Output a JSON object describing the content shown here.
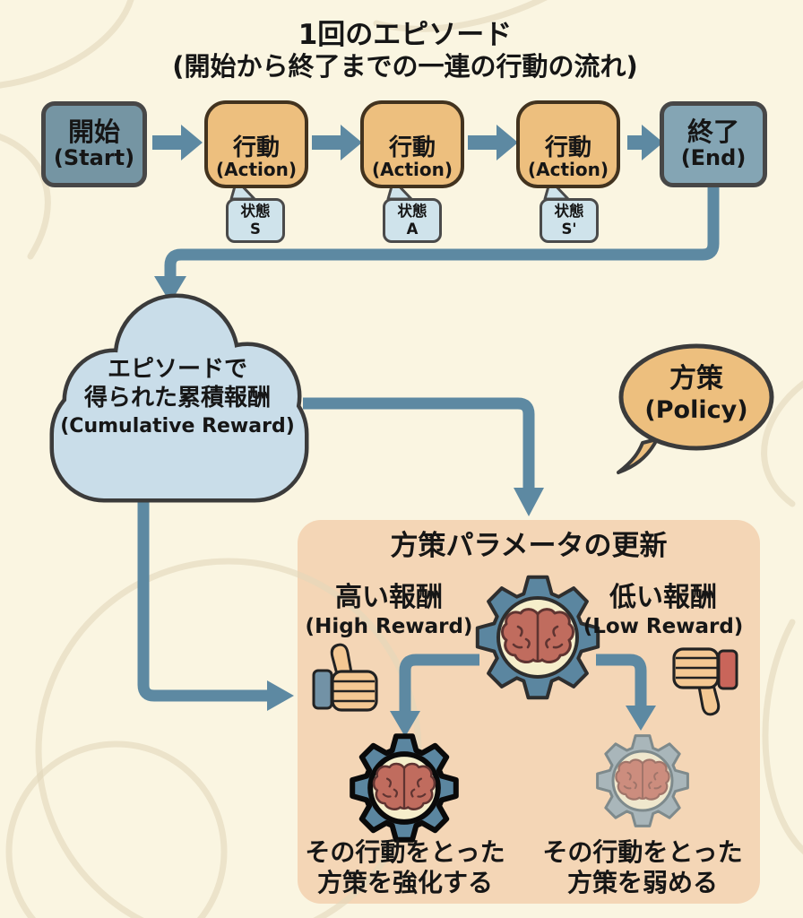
{
  "title": {
    "line1": "1回のエピソード",
    "line2": "(開始から終了までの一連の行動の流れ)"
  },
  "flow": {
    "start": {
      "jp": "開始",
      "en": "(Start)"
    },
    "actions": [
      {
        "jp": "行動",
        "en": "(Action)",
        "state_label": "状態",
        "state_symbol": "S"
      },
      {
        "jp": "行動",
        "en": "(Action)",
        "state_label": "状態",
        "state_symbol": "A"
      },
      {
        "jp": "行動",
        "en": "(Action)",
        "state_label": "状態",
        "state_symbol": "S'"
      }
    ],
    "end": {
      "jp": "終了",
      "en": "(End)"
    }
  },
  "cloud": {
    "line1": "エピソードで",
    "line2": "得られた累積報酬",
    "line3": "(Cumulative Reward)"
  },
  "policy_bubble": {
    "jp": "方策",
    "en": "(Policy)"
  },
  "update_box": {
    "title": "方策パラメータの更新",
    "high": {
      "jp": "高い報酬",
      "en": "(High Reward)"
    },
    "low": {
      "jp": "低い報酬",
      "en": "(Low Reward)"
    },
    "strengthen": {
      "line1": "その行動をとった",
      "line2": "方策を強化する"
    },
    "weaken": {
      "line1": "その行動をとった",
      "line2": "方策を弱める"
    }
  },
  "icons": {
    "action": "magnifier-icon",
    "policy_model": "gear-brain-icon",
    "high_reward": "thumbs-up-icon",
    "low_reward": "thumbs-down-icon"
  },
  "colors": {
    "bg": "#faf5e1",
    "deco": "#e2d7bb",
    "slate": "#7595a3",
    "slate_light": "#84a5b4",
    "orange": "#edbf7e",
    "state_blue": "#cfe3eb",
    "arrow": "#5d89a2",
    "cloud_fill": "#c9dde9",
    "panel": "#f4d6b6",
    "gear_blue": "#5b86a0",
    "gear_cream": "#f5eecb",
    "brain": "#c06c5e",
    "hand": "#f4c893",
    "sleeve_up": "#7292a6",
    "sleeve_down": "#c9655a"
  }
}
